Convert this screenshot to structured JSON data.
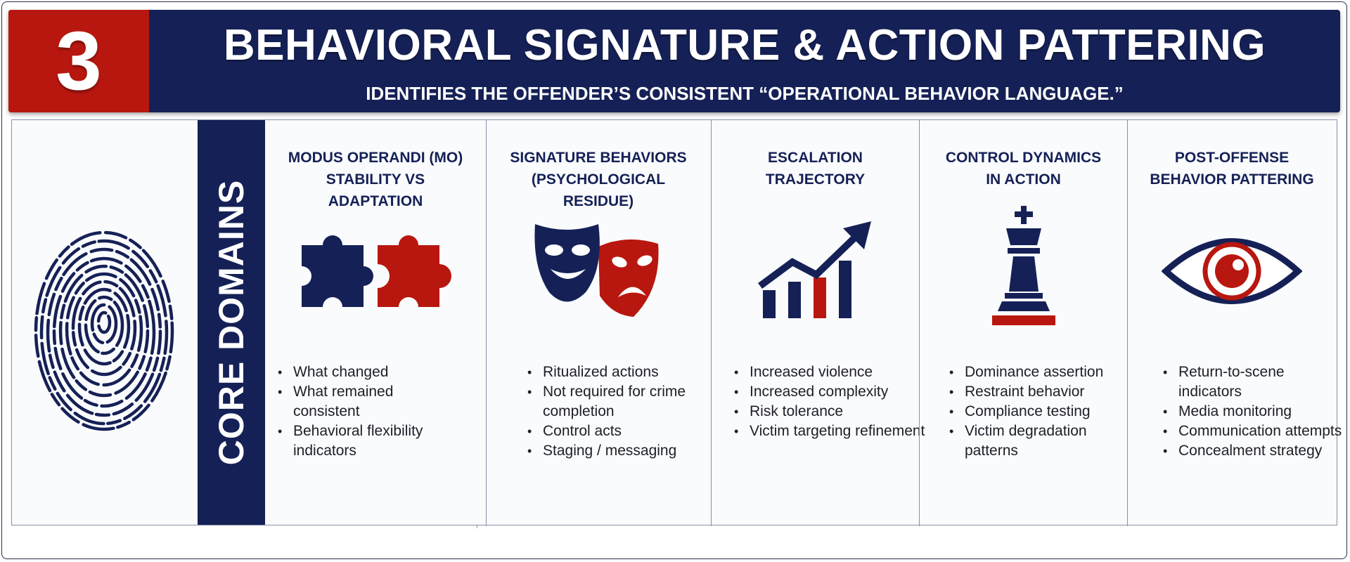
{
  "header": {
    "number": "3",
    "title": "BEHAVIORAL SIGNATURE & ACTION PATTERING",
    "subtitle": "IDENTIFIES THE OFFENDER’S CONSISTENT “OPERATIONAL BEHAVIOR LANGUAGE.”"
  },
  "sidebar": {
    "label": "CORE DOMAINS",
    "icon": "fingerprint-icon"
  },
  "colors": {
    "navy": "#152156",
    "red": "#b8170f"
  },
  "columns": [
    {
      "title_lines": [
        "MODUS OPERANDI (MO)",
        "STABILITY VS",
        "ADAPTATION"
      ],
      "icon": "puzzle-pieces-icon",
      "bullets": [
        "What changed",
        "What remained consistent",
        "Behavioral flexibility indicators"
      ]
    },
    {
      "title_lines": [
        "SIGNATURE BEHAVIORS",
        "(PSYCHOLOGICAL",
        "RESIDUE)"
      ],
      "icon": "theater-masks-icon",
      "bullets": [
        "Ritualized actions",
        "Not required for crime completion",
        "Control acts",
        "Staging / messaging"
      ]
    },
    {
      "title_lines": [
        "ESCALATION",
        "TRAJECTORY"
      ],
      "icon": "rising-chart-icon",
      "bullets": [
        "Increased violence",
        "Increased complexity",
        "Risk tolerance",
        "Victim targeting refinement"
      ]
    },
    {
      "title_lines": [
        "CONTROL DYNAMICS",
        "IN ACTION"
      ],
      "icon": "chess-king-icon",
      "bullets": [
        "Dominance assertion",
        "Restraint behavior",
        "Compliance testing",
        "Victim degradation patterns"
      ]
    },
    {
      "title_lines": [
        "POST-OFFENSE",
        "BEHAVIOR PATTERING"
      ],
      "icon": "eye-icon",
      "bullets": [
        "Return-to-scene indicators",
        "Media monitoring",
        "Communication attempts",
        "Concealment strategy"
      ]
    }
  ]
}
